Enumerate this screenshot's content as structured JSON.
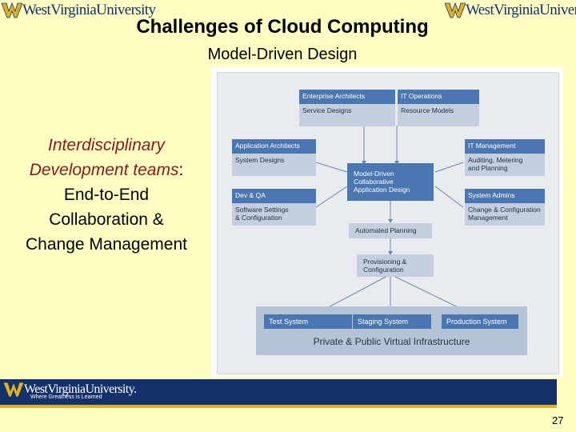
{
  "logo_text": "WestVirginiaUniversity",
  "title": "Challenges of Cloud Computing",
  "subtitle": "Model-Driven Design",
  "left_text": {
    "line1": "Interdisciplinary",
    "line2_a": "Development teams",
    "line2_b": ":",
    "line3": "End-to-End",
    "line4": "Collaboration &",
    "line5": "Change Management"
  },
  "diagram": {
    "enterprise": {
      "header": "Enterprise Architects",
      "body": "Service Designs"
    },
    "itops": {
      "header": "IT Operations",
      "body": "Resource Models"
    },
    "apparch": {
      "header": "Application Architects",
      "body": "System Designs"
    },
    "itmgmt": {
      "header": "IT Management",
      "body1": "Auditing, Metering",
      "body2": "and Planning"
    },
    "center": {
      "line1": "Model-Driven",
      "line2": "Collaborative",
      "line3": "Application Design"
    },
    "devqa": {
      "header": "Dev & QA",
      "body1": "Software Settings",
      "body2": "& Configuration"
    },
    "sysadmins": {
      "header": "System Admins",
      "body1": "Change & Configuration",
      "body2": "Management"
    },
    "planning": "Automated Planning",
    "provisioning": {
      "line1": "Provisioning &",
      "line2": "Configuration"
    },
    "test": "Test System",
    "staging": "Staging System",
    "production": "Production System",
    "infra": "Private & Public Virtual Infrastructure"
  },
  "footer": {
    "logo": "WestVirginiaUniversity.",
    "tagline": "Where Greatness is Learned"
  },
  "page_number": "27",
  "colors": {
    "background": "#ffffc4",
    "navy": "#13316b",
    "gold": "#e0b020",
    "box_blue": "#4a76b2"
  }
}
